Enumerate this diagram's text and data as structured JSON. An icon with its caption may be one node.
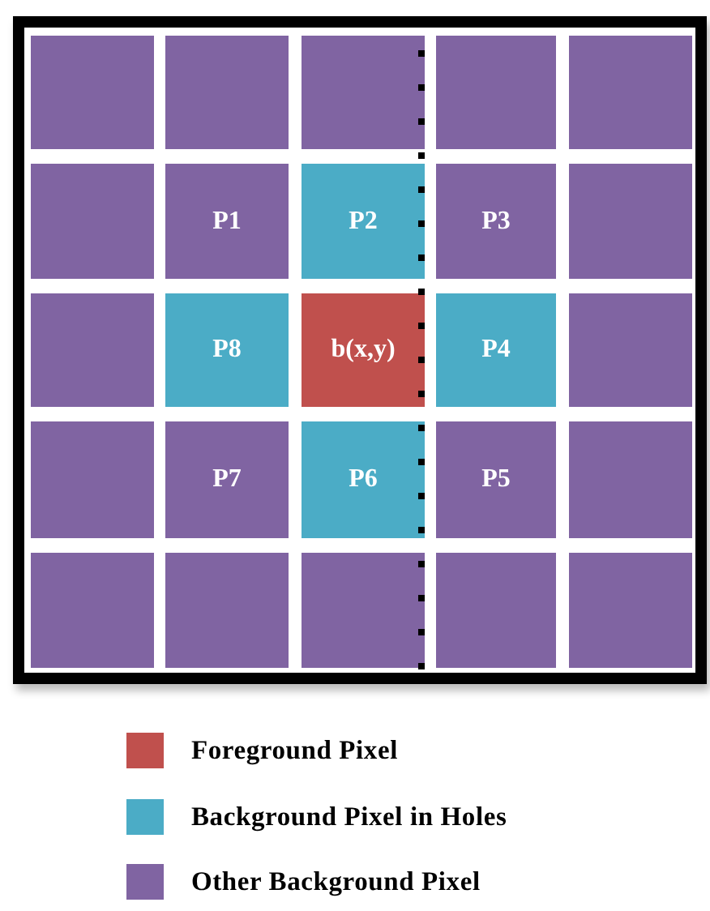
{
  "diagram": {
    "nodes": [
      {
        "text": [],
        "shape": "box"
      },
      {
        "text": [],
        "shape": "box",
        "in": 0
      },
      {
        "text": [],
        "shape": "box",
        "in": 0
      },
      {
        "text": [],
        "shape": "box",
        "in": 0
      },
      {
        "text": [],
        "shape": "box",
        "in": 0
      },
      {
        "text": [],
        "shape": "box",
        "in": 0
      },
      {
        "text": [],
        "shape": "box",
        "in": 0
      },
      {
        "text": [
          "P1"
        ],
        "in": 0
      },
      {
        "text": [
          "P2"
        ],
        "in": 0
      },
      {
        "text": [
          "P3"
        ],
        "in": 0
      },
      {
        "text": [],
        "shape": "box",
        "in": 0
      },
      {
        "text": [],
        "shape": "box",
        "in": 0
      },
      {
        "text": [
          "P8"
        ],
        "in": 0
      },
      {
        "text": [
          "b(x,y)"
        ],
        "in": 0
      },
      {
        "text": [
          "P4"
        ],
        "in": 0
      },
      {
        "text": [],
        "shape": "box",
        "in": 0
      },
      {
        "text": [],
        "shape": "box",
        "in": 0
      },
      {
        "text": [
          "P7"
        ],
        "in": 0
      },
      {
        "text": [
          "P6"
        ],
        "in": 0
      },
      {
        "text": [
          "P5"
        ],
        "in": 0
      },
      {
        "text": [],
        "shape": "box",
        "in": 0
      },
      {
        "text": [],
        "shape": "box",
        "in": 0
      },
      {
        "text": [],
        "shape": "box",
        "in": 0
      },
      {
        "text": [],
        "shape": "box",
        "in": 0
      },
      {
        "text": [],
        "shape": "box",
        "in": 0
      },
      {
        "text": [],
        "shape": "box",
        "in": 0
      }
    ],
    "edges": [],
    "legend": [
      {
        "text": "Foreground Pixel",
        "color": "#c0504d"
      },
      {
        "text": "Background Pixel in Holes",
        "color": "#4bacc6"
      },
      {
        "text": "Other Background Pixel",
        "color": "#8064a2"
      }
    ]
  }
}
